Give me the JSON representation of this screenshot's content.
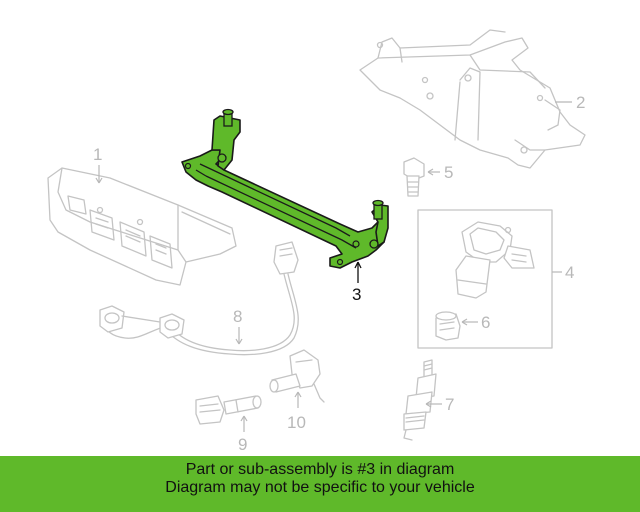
{
  "callouts": {
    "c1": "1",
    "c2": "2",
    "c3": "3",
    "c4": "4",
    "c5": "5",
    "c6": "6",
    "c7": "7",
    "c8": "8",
    "c9": "9",
    "c10": "10"
  },
  "banner": {
    "line1": "Part or sub-assembly is #3 in diagram",
    "line2": "Diagram may not be specific to your vehicle",
    "background": "#5fb92a"
  },
  "colors": {
    "highlight_part": "#5fb92a",
    "other_parts": "#c4c4c4"
  }
}
